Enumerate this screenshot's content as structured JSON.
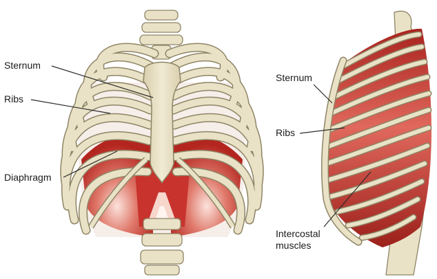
{
  "figure": {
    "front_view": {
      "labels": [
        "Sternum",
        "Ribs",
        "Diaphragm"
      ]
    },
    "side_view": {
      "labels": [
        "Sternum",
        "Ribs",
        "Intercostal muscles"
      ]
    }
  },
  "colors": {
    "bone": "#EAE2C6",
    "bone_outline": "#8E8466",
    "muscle": "#C8332D",
    "muscle_dark": "#8E1F1C",
    "muscle_light": "#F3B5A8",
    "leader_line": "#2b2b2b"
  }
}
